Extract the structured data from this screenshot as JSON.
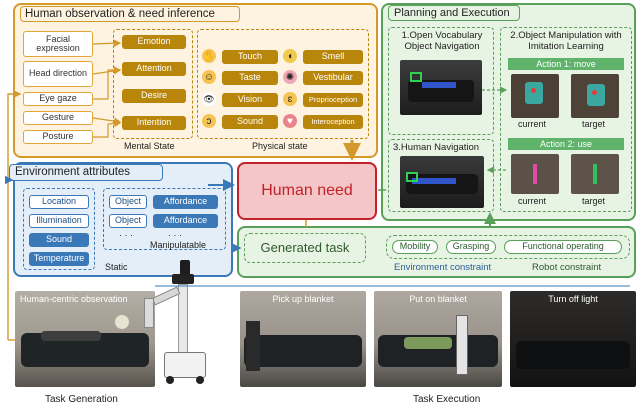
{
  "observation": {
    "title": "Human observation & need inference",
    "cues": [
      "Facial expression",
      "Head direction",
      "Eye gaze",
      "Gesture",
      "Posture"
    ],
    "mental": [
      "Emotion",
      "Attention",
      "Desire",
      "Intention"
    ],
    "mental_label": "Mental State",
    "physical": [
      "Touch",
      "Smell",
      "Taste",
      "Vestibular",
      "Vision",
      "Proprioception",
      "Sound",
      "Interoception"
    ],
    "physical_label": "Physical state"
  },
  "environment": {
    "title": "Environment attributes",
    "static": [
      "Location",
      "Illumination",
      "Sound",
      "Temperature"
    ],
    "static_label": "Static",
    "objects": [
      {
        "object": "Object",
        "affordance": "Affordance"
      },
      {
        "object": "Object",
        "affordance": "Affordance"
      }
    ],
    "ellipsis": "· · ·",
    "manip_label": "Manipulatable"
  },
  "center": {
    "human_need": "Human need",
    "generated_task": "Generated task",
    "robot_capabilities": [
      "Mobility",
      "Grasping",
      "Functional operating"
    ],
    "env_constraint": "Environment constraint",
    "robot_constraint": "Robot constraint"
  },
  "planning": {
    "title": "Planning and Execution",
    "step1": "1.Open Vocabulary Object Navigation",
    "step2": "2.Object Manipulation with Imitation Learning",
    "step3": "3.Human Navigation",
    "action1": "Action 1: move",
    "action2": "Action 2: use",
    "current": "current",
    "target": "target"
  },
  "bottom": {
    "observation_photo": "Human-centric observation",
    "execution_photos": [
      "Pick up blanket",
      "Put on blanket",
      "Turn off light"
    ],
    "task_generation": "Task Generation",
    "task_execution": "Task Execution"
  },
  "colors": {
    "gold": "#b8860b",
    "observation_bg": "#fdf3e0",
    "environment_bg": "#e3eef8",
    "need_bg": "#f5c6c7",
    "need_text": "#c0232a",
    "planning_bg": "#e7f3e3",
    "green": "#5aa05a"
  }
}
